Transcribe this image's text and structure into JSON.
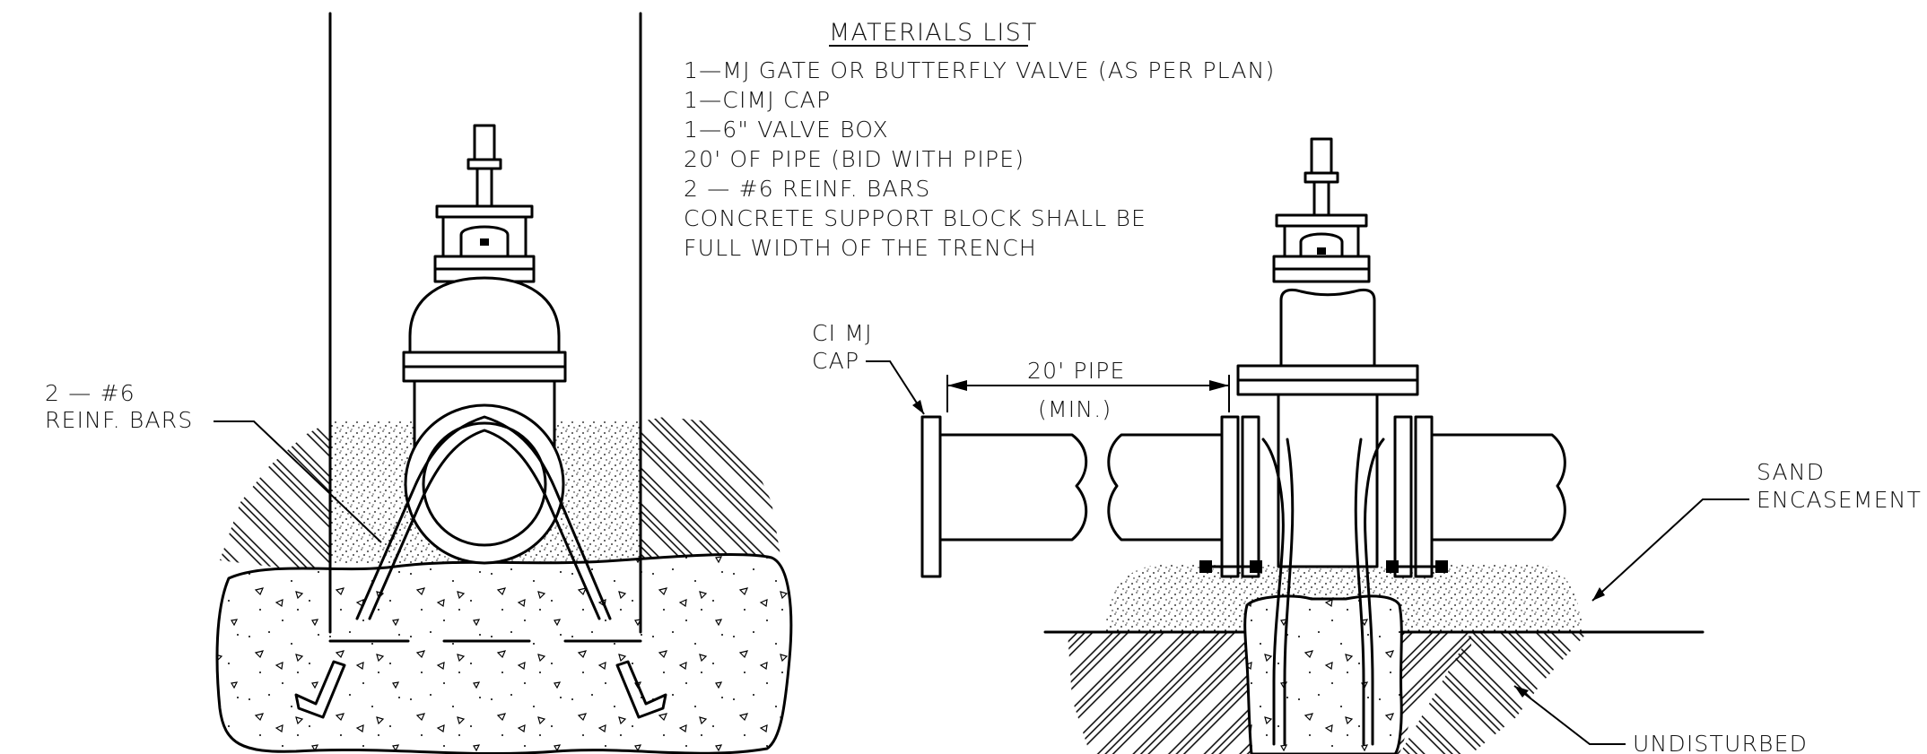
{
  "materials": {
    "title": "MATERIALS LIST",
    "items": [
      "1—MJ GATE OR BUTTERFLY VALVE (AS PER PLAN)",
      "1—CIMJ CAP",
      "1—6\" VALVE BOX",
      "20' OF PIPE (BID WITH PIPE)",
      "2 — #6 REINF. BARS",
      "CONCRETE SUPPORT BLOCK SHALL BE",
      "FULL WIDTH OF THE TRENCH"
    ]
  },
  "labels": {
    "bars_line1": "2 — #6",
    "bars_line2": "REINF. BARS",
    "cap_line1": "CI MJ",
    "cap_line2": "CAP",
    "pipe_len": "20' PIPE",
    "pipe_min": "(MIN.)",
    "sand_line1": "SAND",
    "sand_line2": "ENCASEMENT",
    "undisturbed": "UNDISTURBED"
  },
  "colors": {
    "ink": "#000000",
    "background": "#ffffff"
  }
}
